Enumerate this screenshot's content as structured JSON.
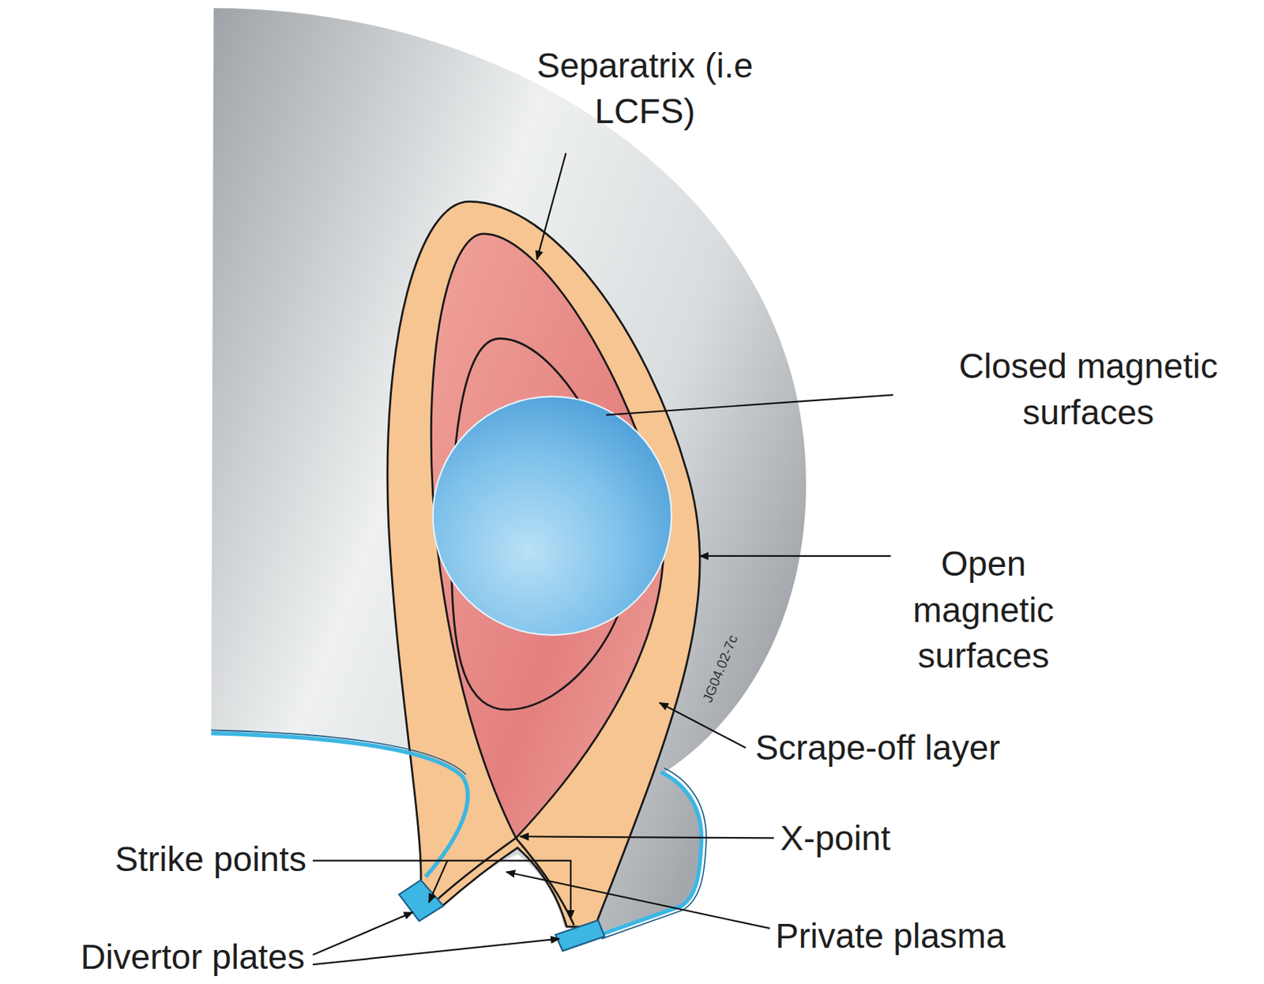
{
  "diagram": {
    "labels": [
      "Separatrix (i.e LCFS)",
      "Closed magnetic surfaces",
      "Open magnetic surfaces",
      "Scrape-off layer",
      "X-point",
      "Strike points",
      "Divertor plates",
      "Private plasma",
      "JG04.02-7c"
    ]
  }
}
